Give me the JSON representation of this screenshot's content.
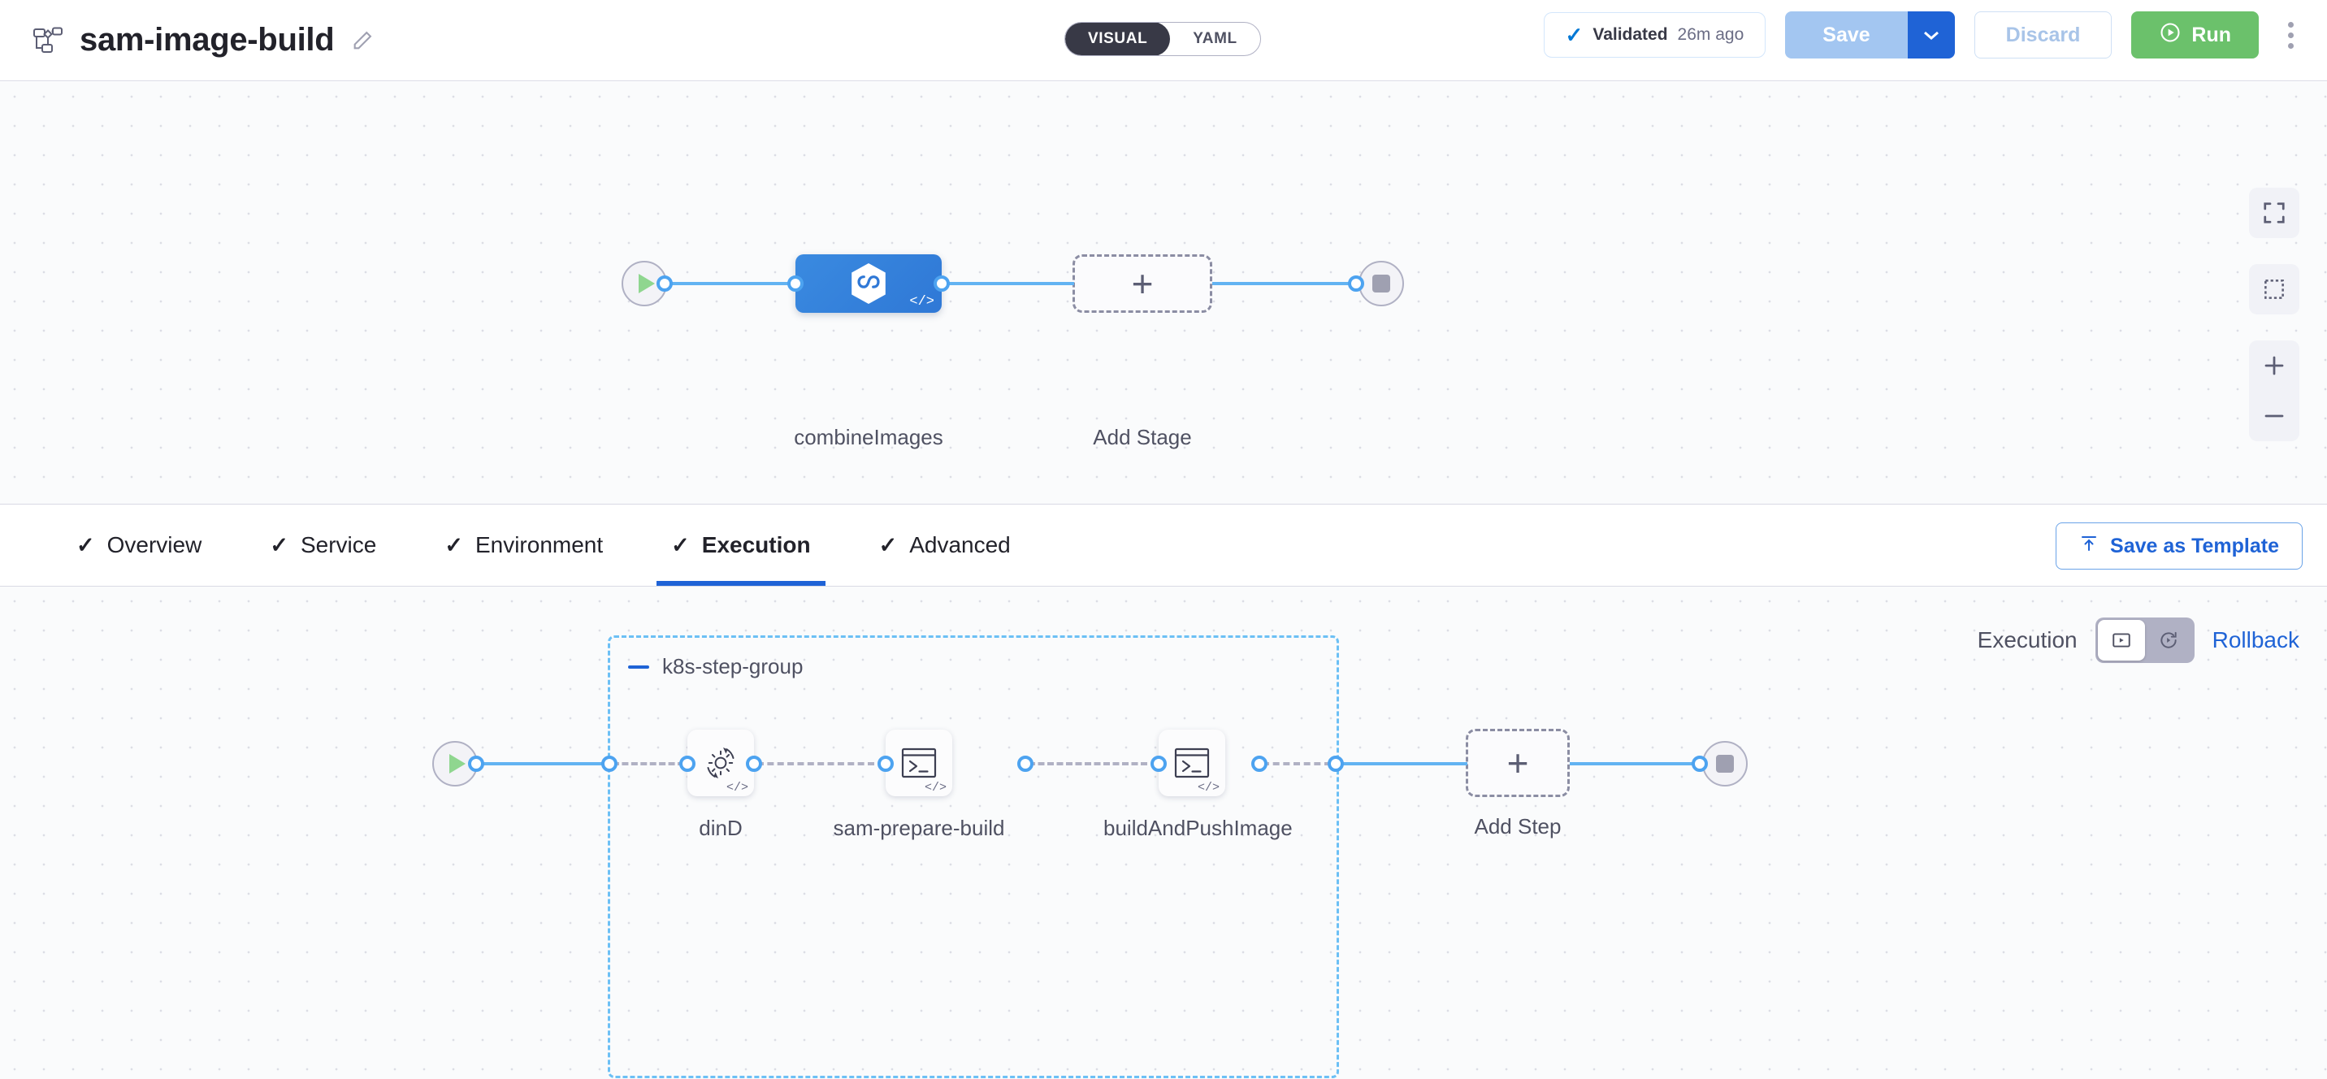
{
  "header": {
    "pipeline_icon": "pipeline-nodes-icon",
    "title": "sam-image-build",
    "edit_icon": "pencil-icon",
    "view_toggle": {
      "options": [
        "VISUAL",
        "YAML"
      ],
      "selected": "VISUAL"
    },
    "validated": {
      "icon": "check-icon",
      "label": "Validated",
      "time": "26m ago"
    },
    "save": {
      "label": "Save",
      "caret_icon": "chevron-down-icon",
      "disabled": true
    },
    "discard": {
      "label": "Discard",
      "disabled": true
    },
    "run": {
      "label": "Run",
      "icon": "play-circle-icon"
    },
    "more_icon": "kebab-menu-icon"
  },
  "colors": {
    "accent_blue": "#1f63d6",
    "link_blue": "#62b3f2",
    "run_green": "#6bc16b",
    "stage_blue": "#2f78d6",
    "group_border": "#6cc0f5",
    "muted": "#4f5162"
  },
  "zoom_controls": [
    {
      "name": "fit-to-screen-icon",
      "label": ""
    },
    {
      "name": "selection-box-icon",
      "label": ""
    },
    {
      "name": "zoom-in-icon",
      "label": "+"
    },
    {
      "name": "zoom-out-icon",
      "label": "−"
    }
  ],
  "stage_canvas": {
    "start_node": "start-icon",
    "end_node": "stop-icon",
    "stages": [
      {
        "label": "combineImages",
        "icon": "harness-cd-icon",
        "badge": "</>"
      }
    ],
    "add_stage": {
      "label": "Add Stage",
      "icon": "plus-icon"
    }
  },
  "tabbar": {
    "tabs": [
      {
        "label": "Overview",
        "checked": true,
        "active": false
      },
      {
        "label": "Service",
        "checked": true,
        "active": false
      },
      {
        "label": "Environment",
        "checked": true,
        "active": false
      },
      {
        "label": "Execution",
        "checked": true,
        "active": true
      },
      {
        "label": "Advanced",
        "checked": true,
        "active": false
      }
    ],
    "save_as_template": {
      "label": "Save as Template",
      "icon": "template-upload-icon"
    }
  },
  "execution_panel": {
    "execution_label": "Execution",
    "rollback_label": "Rollback",
    "toggle": {
      "options": [
        {
          "name": "execution-view-icon",
          "selected": true
        },
        {
          "name": "rollback-view-icon",
          "selected": false
        }
      ]
    },
    "step_group": {
      "title": "k8s-step-group",
      "collapse_icon": "minus-icon",
      "steps": [
        {
          "label": "dinD",
          "icon": "gear-rotate-icon",
          "badge": "</>"
        },
        {
          "label": "sam-prepare-build",
          "icon": "terminal-icon",
          "badge": "</>"
        },
        {
          "label": "buildAndPushImage",
          "icon": "terminal-icon",
          "badge": "</>"
        }
      ]
    },
    "add_step": {
      "label": "Add Step",
      "icon": "plus-icon"
    },
    "start_node": "start-icon",
    "end_node": "stop-icon"
  }
}
